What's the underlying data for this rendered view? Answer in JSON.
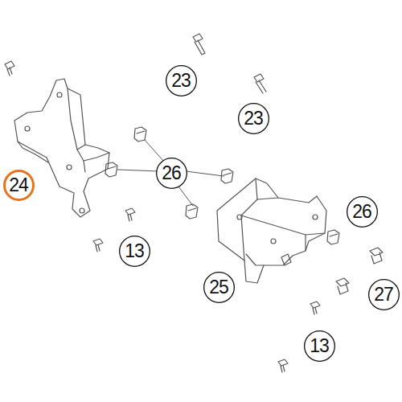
{
  "diagram": {
    "nodes": [
      {
        "text": [
          "23"
        ]
      },
      {
        "text": [
          "23"
        ]
      },
      {
        "text": [
          "24"
        ]
      },
      {
        "text": [
          "26"
        ]
      },
      {
        "text": [
          "26"
        ]
      },
      {
        "text": [
          "13"
        ]
      },
      {
        "text": [
          "25"
        ]
      },
      {
        "text": [
          "27"
        ]
      },
      {
        "text": [
          "13"
        ]
      }
    ]
  }
}
